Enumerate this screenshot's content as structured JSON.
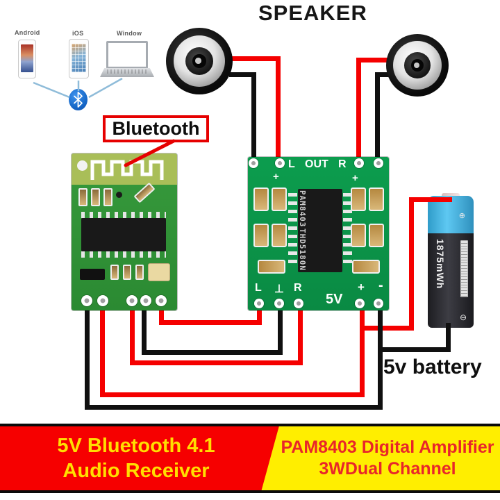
{
  "title": "SPEAKER",
  "devices": {
    "android": {
      "label": "Android"
    },
    "ios": {
      "label": "iOS"
    },
    "windows": {
      "label": "Window"
    }
  },
  "callout": {
    "label": "Bluetooth"
  },
  "amp": {
    "top_l": "L",
    "top_out": "OUT",
    "top_r": "R",
    "top_plus_l": "+",
    "top_plus_r": "+",
    "chip_line1": "PAM8403",
    "chip_line2": "THD5180N",
    "bot_l": "L",
    "bot_gnd": "⊥",
    "bot_r": "R",
    "v5_label": "5V",
    "bot_plus": "+",
    "bot_minus": "-"
  },
  "battery": {
    "capacity": "1875mWh",
    "plus_mark": "⊕",
    "minus_mark": "⊖",
    "caption": "5v battery"
  },
  "banner": {
    "left_line1": "5V Bluetooth 4.1",
    "left_line2": "Audio Receiver",
    "right_line1": "PAM8403 Digital Amplifier",
    "right_line2": "3WDual Channel"
  },
  "colors": {
    "wire_positive": "#f50000",
    "wire_negative": "#101010",
    "amp_board_green": "#0a9147",
    "bt_board_green": "#2f9338",
    "battery_blue": "#45b6e8",
    "banner_red": "#f60000",
    "banner_yellow": "#ffee00",
    "banner_left_text": "#ffdf00",
    "banner_right_text": "#e8262a",
    "callout_border_red": "#e60000",
    "link_line_blue": "#8fbcd9"
  }
}
